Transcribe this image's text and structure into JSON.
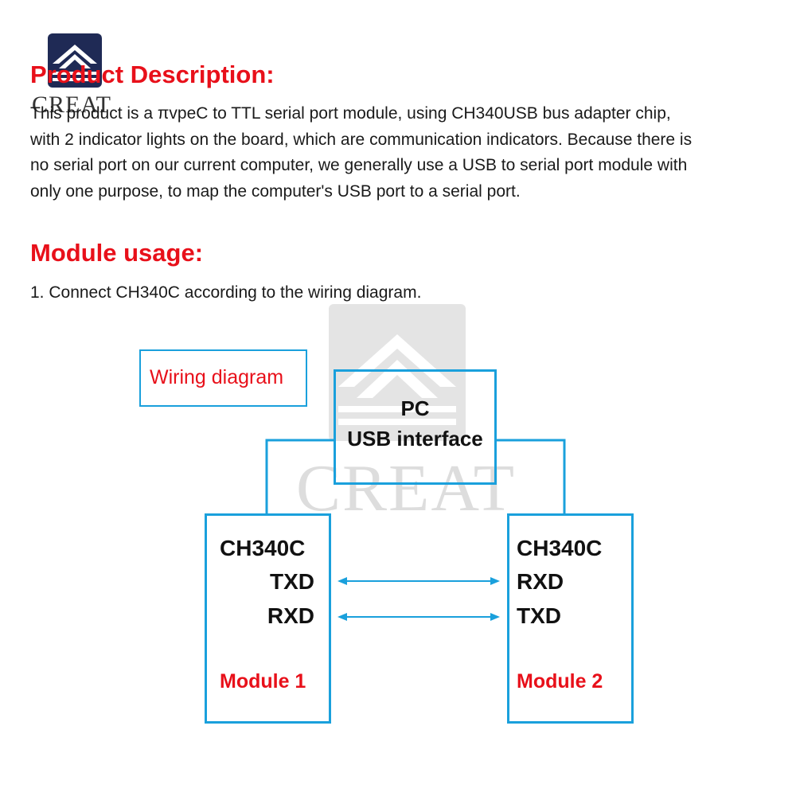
{
  "watermark": {
    "text": "CREAT",
    "color": "#1f2a55"
  },
  "description": {
    "heading": "Product Description:",
    "lines": [
      "This product is a πvpeC to TTL serial port module, using CH340USB bus adapter chip,",
      "with 2 indicator lights on the board, which are communication indicators. Because there is",
      "no serial port on our current computer, we generally use a USB to serial port module with",
      "only one purpose, to map the computer's USB port to a serial port."
    ]
  },
  "usage": {
    "heading": "Module usage:",
    "step1": "1. Connect CH340C according to the wiring diagram."
  },
  "diagram": {
    "caption": "Wiring diagram",
    "pc": {
      "line1": "PC",
      "line2": "USB interface"
    },
    "module1": {
      "chip": "CH340C",
      "pin1": "TXD",
      "pin2": "RXD",
      "name": "Module 1"
    },
    "module2": {
      "chip": "CH340C",
      "pin1": "RXD",
      "pin2": "TXD",
      "name": "Module 2"
    },
    "colors": {
      "line": "#1aa0dc",
      "accent": "#e8101a"
    }
  }
}
